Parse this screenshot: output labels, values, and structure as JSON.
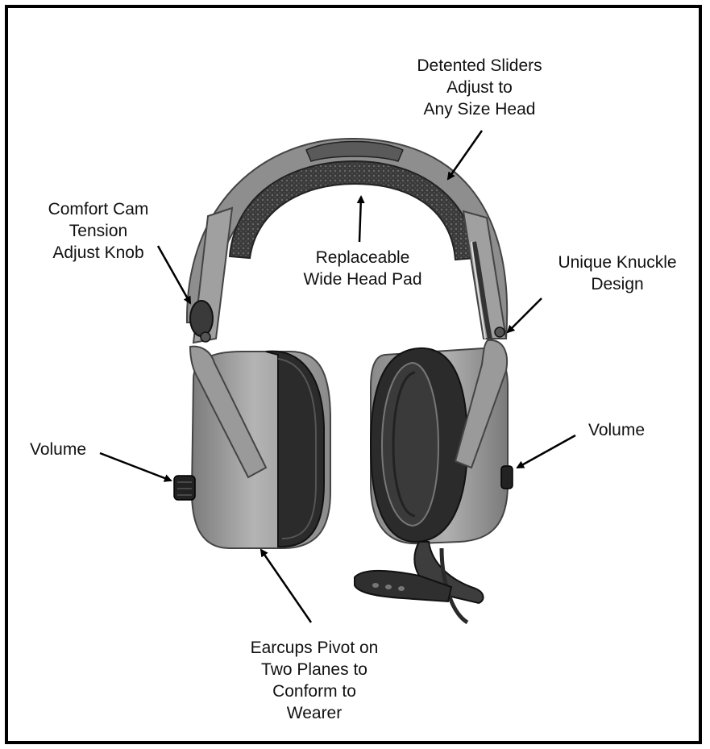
{
  "diagram": {
    "callouts": {
      "detented_sliders": [
        "Detented Sliders",
        "Adjust to",
        "Any Size Head"
      ],
      "comfort_cam": [
        "Comfort Cam",
        "Tension",
        "Adjust Knob"
      ],
      "head_pad": [
        "Replaceable",
        "Wide Head Pad"
      ],
      "knuckle": [
        "Unique Knuckle",
        "Design"
      ],
      "volume_left": [
        "Volume"
      ],
      "volume_right": [
        "Volume"
      ],
      "earcups": [
        "Earcups Pivot on",
        "Two Planes to",
        "Conform to",
        "Wearer"
      ]
    },
    "colors": {
      "frame": "#000000",
      "shell_light": "#a9a9a9",
      "shell_mid": "#8c8c8c",
      "cushion": "#2b2b2b",
      "arrow": "#000000"
    }
  }
}
